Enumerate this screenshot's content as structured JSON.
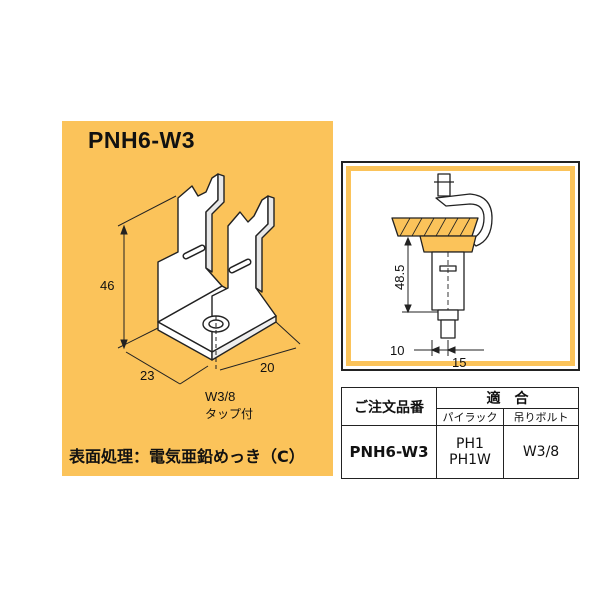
{
  "product": {
    "model": "PNH6-W3",
    "surface_treatment": "表面処理：電気亜鉛めっき（C）"
  },
  "drawing": {
    "dim_height": "46",
    "dim_depth": "23",
    "dim_width": "20",
    "tap_size": "W3/8",
    "tap_note": "タップ付"
  },
  "install_diagram": {
    "dim_height": "48.5",
    "dim_left": "10",
    "dim_right": "15"
  },
  "spec_table": {
    "header_order_no": "ご注文品番",
    "header_fit": "適　合",
    "header_pipe_rack": "パイラック",
    "header_hanging_bolt": "吊りボルト",
    "rows": [
      {
        "order_no": "PNH6-W3",
        "pipe_rack_1": "PH1",
        "pipe_rack_2": "PH1W",
        "bolt": "W3/8"
      }
    ]
  },
  "colors": {
    "panel_bg": "#fbc35a",
    "line": "#222222"
  }
}
